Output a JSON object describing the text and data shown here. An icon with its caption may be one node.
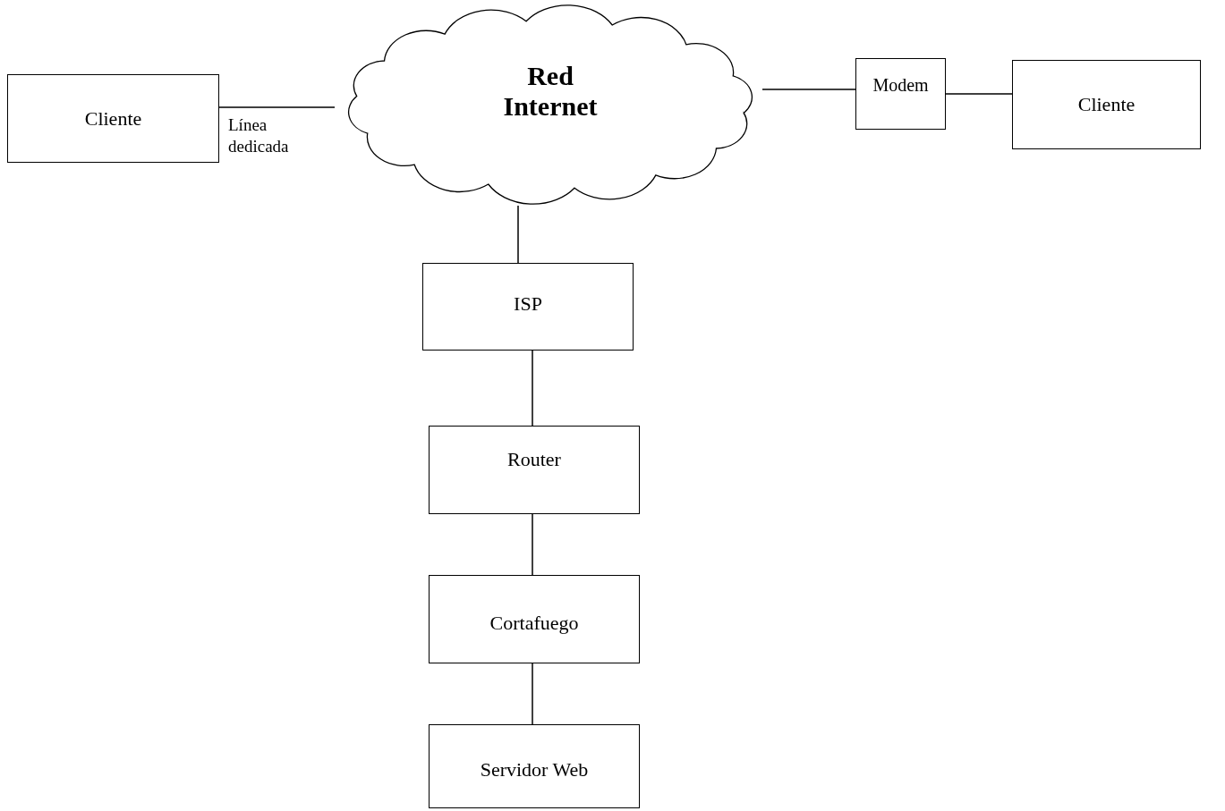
{
  "diagram": {
    "nodes": [
      {
        "text": [
          "Cliente"
        ]
      },
      {
        "text": [
          "Red Internet"
        ]
      },
      {
        "text": [
          "Modem"
        ]
      },
      {
        "text": [
          "Cliente"
        ]
      },
      {
        "text": [
          "ISP"
        ]
      },
      {
        "text": [
          "Router"
        ]
      },
      {
        "text": [
          "Cortafuego"
        ]
      },
      {
        "text": [
          "Servidor Web"
        ]
      }
    ],
    "edges": [
      {
        "from": 0,
        "to": 1,
        "arrow": "none",
        "label": "Línea dedicada"
      },
      {
        "from": 1,
        "to": 2,
        "arrow": "none"
      },
      {
        "from": 2,
        "to": 3,
        "arrow": "none"
      },
      {
        "from": 1,
        "to": 4,
        "arrow": "none"
      },
      {
        "from": 4,
        "to": 5,
        "arrow": "none"
      },
      {
        "from": 5,
        "to": 6,
        "arrow": "none"
      },
      {
        "from": 6,
        "to": 7,
        "arrow": "none"
      }
    ]
  }
}
